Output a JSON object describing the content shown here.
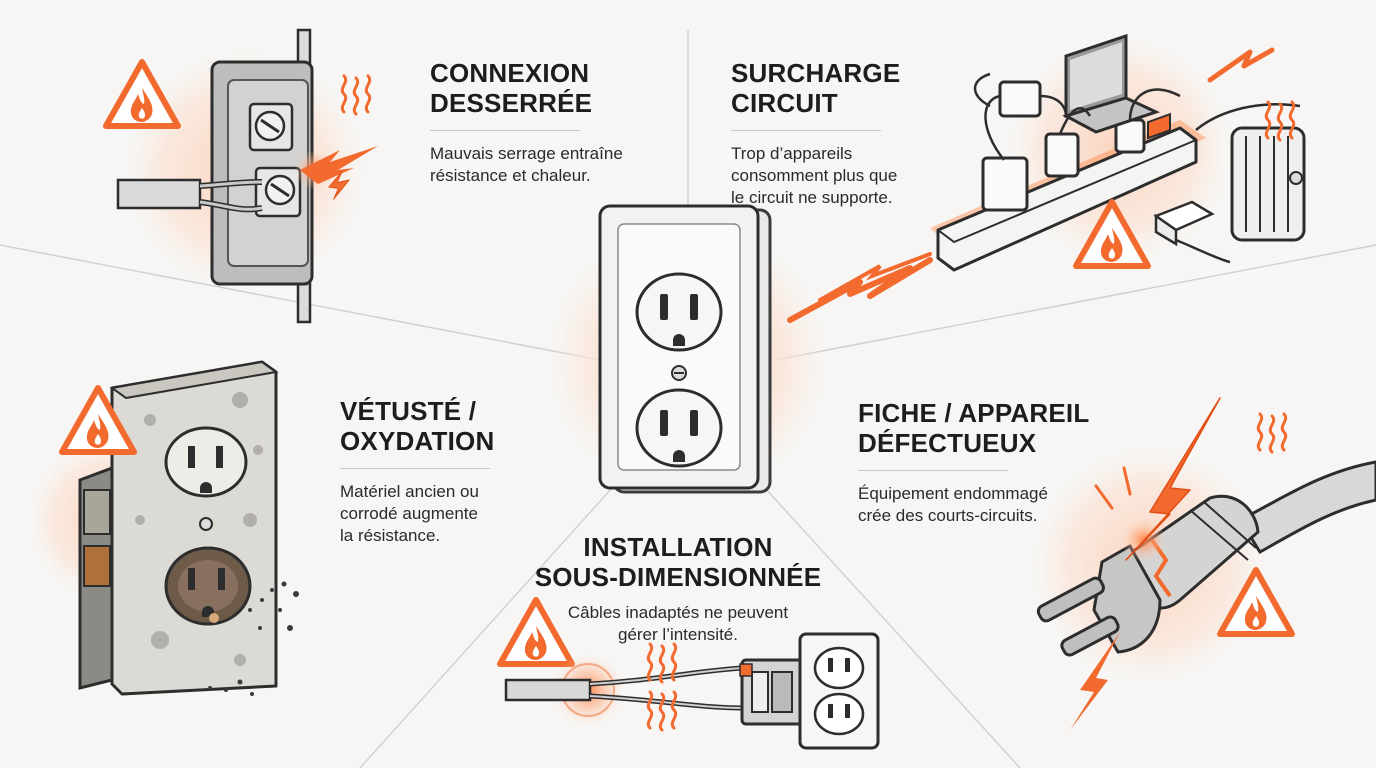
{
  "colors": {
    "accent": "#f26a2e",
    "accent_glow": "#fbd9c6",
    "background": "#f7f6f4",
    "line": "#c9c9c9",
    "ink": "#1d1d1d"
  },
  "icons": [
    "fire-warning-icon",
    "outlet-icon",
    "spark-icon",
    "heat-waves-icon",
    "plug-icon",
    "power-strip-icon",
    "cable-icon"
  ],
  "sections": {
    "loose_connection": {
      "title_line1": "CONNEXION",
      "title_line2": "DESSERRÉE",
      "text_line1": "Mauvais serrage entraîne",
      "text_line2": "résistance et chaleur."
    },
    "circuit_overload": {
      "title_line1": "SURCHARGE",
      "title_line2": "CIRCUIT",
      "text_line1": "Trop d’appareils",
      "text_line2": "consomment plus que",
      "text_line3": "le circuit ne supporte."
    },
    "aging_oxidation": {
      "title_line1": "VÉTUSTÉ /",
      "title_line2": "OXYDATION",
      "text_line1": "Matériel ancien ou",
      "text_line2": "corrodé augmente",
      "text_line3": "la résistance."
    },
    "faulty_device": {
      "title_line1": "FICHE / APPAREIL",
      "title_line2": "DÉFECTUEUX",
      "text_line1": "Équipement endommagé",
      "text_line2": "crée des courts-circuits."
    },
    "undersized_install": {
      "title_line1": "INSTALLATION",
      "title_line2": "SOUS-DIMENSIONNÉE",
      "text_line1": "Câbles inadaptés ne peuvent",
      "text_line2": "gérer l’intensité."
    }
  }
}
